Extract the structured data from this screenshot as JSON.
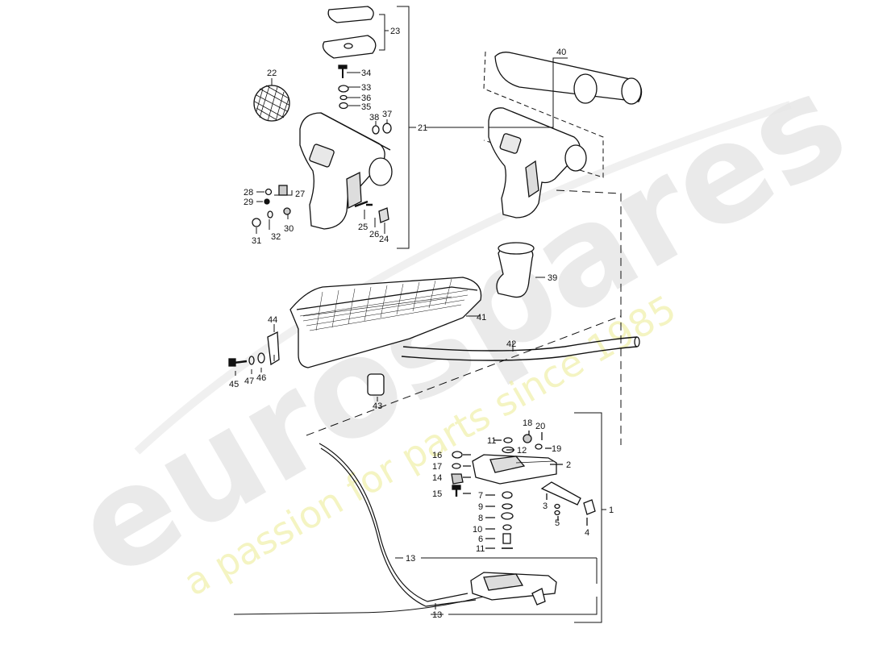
{
  "watermark": {
    "brand": "eurospares",
    "tagline": "a passion for parts since 1985",
    "brand_color": "#d9d9d9",
    "tagline_color": "#ecec9a"
  },
  "callouts": {
    "c1": "1",
    "c2": "2",
    "c3": "3",
    "c4": "4",
    "c5": "5",
    "c6": "6",
    "c7": "7",
    "c8": "8",
    "c9": "9",
    "c10": "10",
    "c11a": "11",
    "c11b": "11",
    "c12": "12",
    "c13a": "13",
    "c13b": "13",
    "c14": "14",
    "c15": "15",
    "c16": "16",
    "c17": "17",
    "c18": "18",
    "c19": "19",
    "c20": "20",
    "c21": "21",
    "c22": "22",
    "c23": "23",
    "c24": "24",
    "c25": "25",
    "c26": "26",
    "c27": "27",
    "c28": "28",
    "c29": "29",
    "c30": "30",
    "c31": "31",
    "c32": "32",
    "c33": "33",
    "c34": "34",
    "c35": "35",
    "c36": "36",
    "c37": "37",
    "c38": "38",
    "c39": "39",
    "c40": "40",
    "c41": "41",
    "c42": "42",
    "c43": "43",
    "c44": "44",
    "c45": "45",
    "c46": "46",
    "c47": "47"
  }
}
